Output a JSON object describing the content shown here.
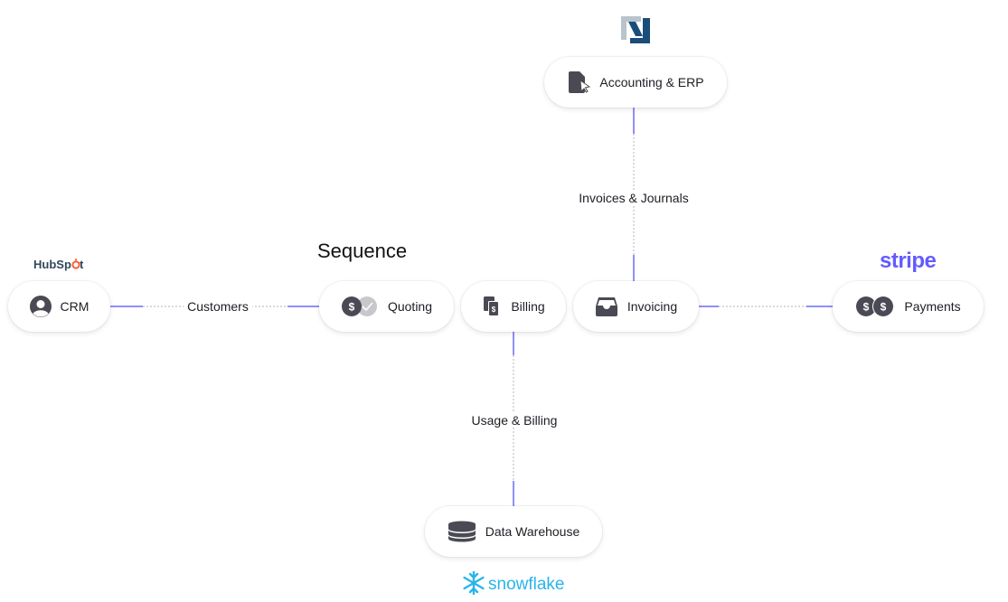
{
  "title": "Sequence",
  "nodes": {
    "crm": "CRM",
    "quoting": "Quoting",
    "billing": "Billing",
    "invoicing": "Invoicing",
    "payments": "Payments",
    "accounting": "Accounting & ERP",
    "warehouse": "Data Warehouse"
  },
  "edges": {
    "customers": "Customers",
    "invoices_journals": "Invoices & Journals",
    "usage_billing": "Usage & Billing"
  },
  "brands": {
    "hubspot": "HubSpot",
    "stripe": "stripe",
    "snowflake": "snowflake",
    "netsuite": "N"
  },
  "colors": {
    "accent": "#5b5bf5",
    "icon": "#4a4a55",
    "hubspot": "#ff5c35",
    "stripe": "#635bff",
    "snowflake": "#29b5e8",
    "netsuite": "#1a4d7a"
  }
}
